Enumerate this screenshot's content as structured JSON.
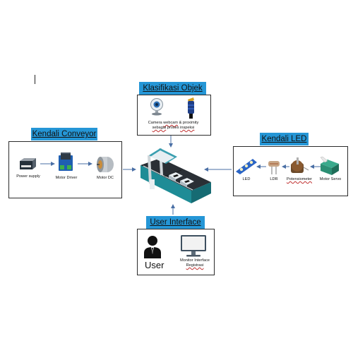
{
  "sections": {
    "klasifikasi": {
      "title": "Klasifikasi Objek",
      "caption_line1_pre": "Camera ",
      "caption_line1_webcam": "webcam",
      "caption_line1_post": " & proximity",
      "caption_line2_sebagai": "sebagai",
      "caption_line2_mid": " proses ",
      "caption_line2_inspeksi": "inspeksi"
    },
    "conveyor": {
      "title": "Kendali Conveyor",
      "items": [
        "Power supply",
        "Motor Driver",
        "Motor DC"
      ]
    },
    "led": {
      "title": "Kendali LED",
      "items": [
        "LED",
        "LDR",
        "Potensiometer",
        "Motor Servo"
      ]
    },
    "ui": {
      "title": "User Interface",
      "user_label": "User",
      "monitor_line1": "Monitor Interface",
      "monitor_line2": "Registrasi"
    }
  },
  "colors": {
    "tag_background": "#2596d6",
    "conveyor_teal": "#1e8c96",
    "arrow": "#4a6fa5"
  },
  "icons": [
    "webcam-icon",
    "proximity-sensor-icon",
    "power-supply-icon",
    "motor-driver-icon",
    "motor-dc-icon",
    "led-strip-icon",
    "ldr-icon",
    "potentiometer-icon",
    "motor-servo-icon",
    "user-icon",
    "monitor-icon",
    "conveyor-machine-icon"
  ]
}
